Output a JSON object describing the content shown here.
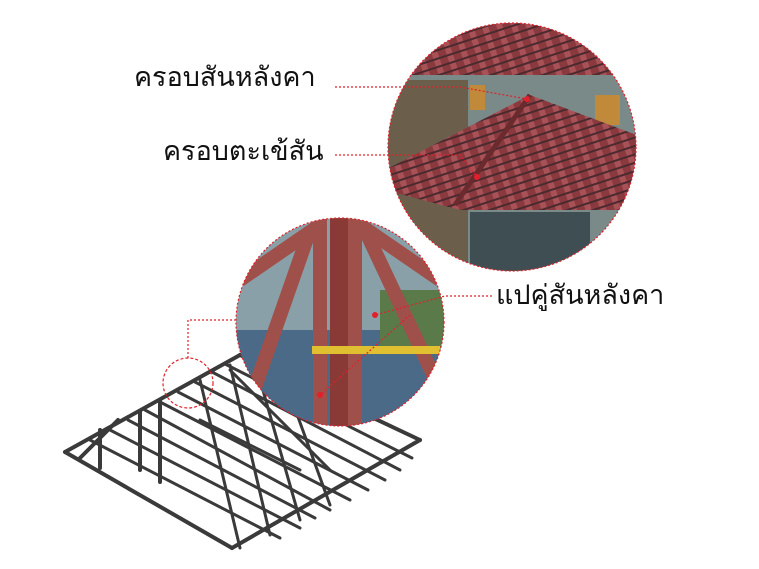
{
  "labels": {
    "ridge_cap": "ครอบสันหลังคา",
    "hip_cap": "ครอบตะเข้สัน",
    "ridge_purlin": "แปคู่สันหลังคา"
  },
  "colors": {
    "accent": "#e0202a",
    "tile": "#8a3a3e",
    "frame": "#3a3a3a",
    "steel": "#a0504a"
  }
}
